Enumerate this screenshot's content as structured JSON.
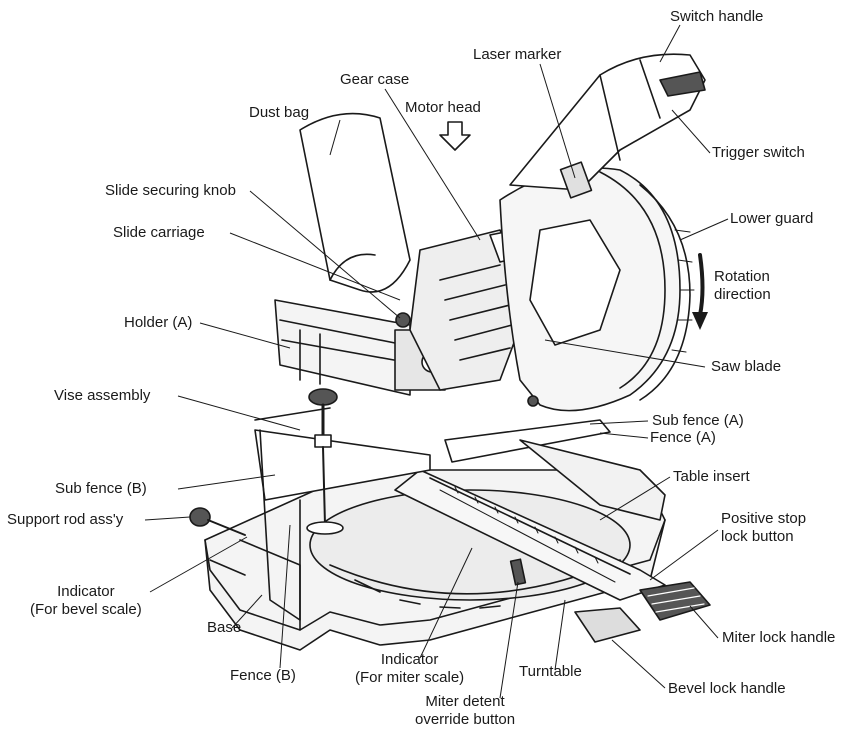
{
  "labels": {
    "switch_handle": "Switch handle",
    "laser_marker": "Laser marker",
    "gear_case": "Gear case",
    "motor_head": "Motor head",
    "dust_bag": "Dust bag",
    "trigger_switch": "Trigger switch",
    "slide_securing_knob": "Slide securing knob",
    "lower_guard": "Lower guard",
    "slide_carriage": "Slide carriage",
    "rotation_direction": [
      "Rotation",
      "direction"
    ],
    "holder_a": "Holder (A)",
    "saw_blade": "Saw blade",
    "vise_assembly": "Vise assembly",
    "sub_fence_a": "Sub fence (A)",
    "fence_a": "Fence (A)",
    "table_insert": "Table insert",
    "sub_fence_b": "Sub fence (B)",
    "positive_stop_lock_button": [
      "Positive stop",
      "lock button"
    ],
    "support_rod": "Support rod ass'y",
    "indicator_bevel": [
      "Indicator",
      "(For bevel scale)"
    ],
    "base": "Base",
    "miter_lock_handle": "Miter lock handle",
    "indicator_miter": [
      "Indicator",
      "(For miter scale)"
    ],
    "turntable": "Turntable",
    "fence_b": "Fence (B)",
    "bevel_lock_handle": "Bevel lock handle",
    "miter_detent_override_button": [
      "Miter detent",
      "override button"
    ]
  },
  "colors": {
    "ink": "#1a1a1a",
    "fill_light": "#f4f4f4",
    "fill_mid": "#e2e2e2",
    "fill_dark": "#555555"
  }
}
